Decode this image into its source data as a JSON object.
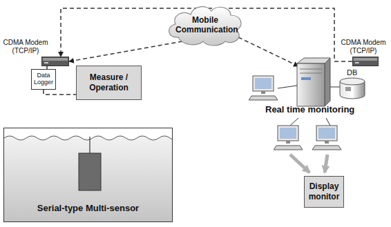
{
  "diagram": {
    "nodes": [
      {
        "text": [
          "CDMA Modem (TCP/IP)"
        ]
      },
      {
        "text": [
          "Mobile Communication"
        ]
      },
      {
        "text": [
          "CDMA Modem (TCP/IP)"
        ]
      },
      {
        "text": [
          "Data Logger"
        ]
      },
      {
        "text": [
          "Measure / Operation"
        ]
      },
      {
        "text": [
          "Display monitor"
        ]
      },
      {
        "text": [
          "Serial-type Multi-sensor"
        ]
      }
    ],
    "edges": [
      {
        "from": 2,
        "to": 0,
        "arrow": "to"
      },
      {
        "from": 1,
        "to": 0,
        "arrow": "to"
      },
      {
        "from": 0,
        "to": 3,
        "arrow": "none"
      },
      {
        "from": 3,
        "to": 4,
        "arrow": "none"
      }
    ],
    "labels": [
      "DB",
      "Real time monitoring"
    ]
  }
}
